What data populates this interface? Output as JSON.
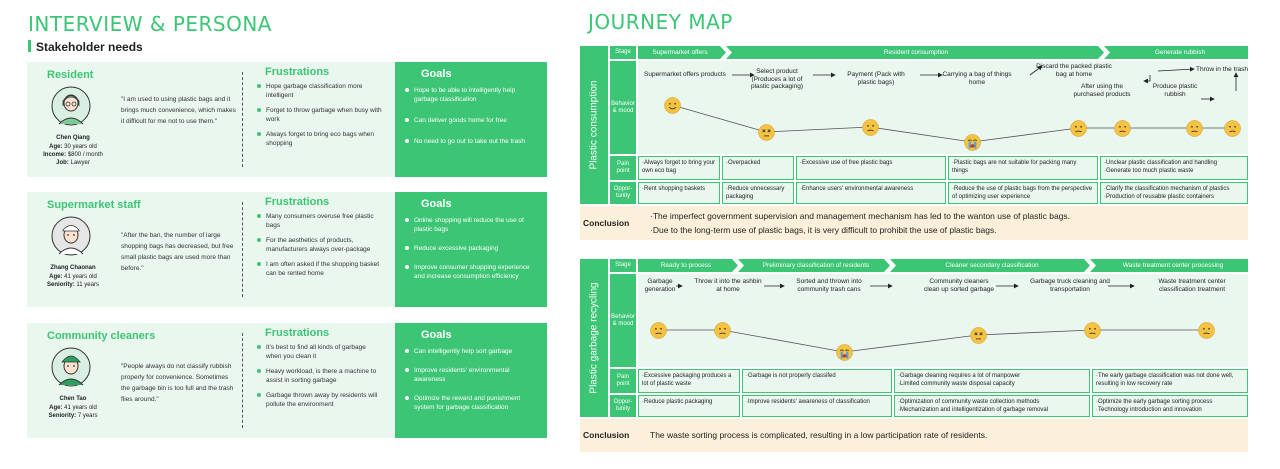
{
  "left": {
    "title": "INTERVIEW & PERSONA",
    "subtitle": "Stakeholder needs",
    "frustrations_title": "Frustrations",
    "goals_title": "Goals",
    "personas": [
      {
        "role": "Resident",
        "name": "Chen Qiang",
        "info": [
          {
            "label": "Age:",
            "value": " 30 years old"
          },
          {
            "label": "Income:",
            "value": " $800 / month"
          },
          {
            "label": "Job:",
            "value": " Lawyer"
          }
        ],
        "quote": "\"I am used to using plastic bags and it brings much convenience, which makes it difficult for me not to use them.\"",
        "frustrations": [
          "Hope garbage classification more intelligent",
          "Forget to throw garbage when busy with work",
          "Always forget to bring eco bags when shopping"
        ],
        "goals": [
          "Hope to be able to intelligently help garbage classification",
          "Can deliver goods home for free",
          "No need to go out to take out the trash"
        ]
      },
      {
        "role": "Supermarket staff",
        "name": "Zhang Chaonan",
        "info": [
          {
            "label": "Age:",
            "value": " 41 years old"
          },
          {
            "label": "Seniority:",
            "value": " 11 years"
          }
        ],
        "quote": "\"After the ban, the number of large shopping bags has decreased, but free small plastic bags are used more than before.\"",
        "frustrations": [
          "Many consumers overuse free plastic bags",
          "For the aesthetics of products, manufacturers always over-package",
          "I am often asked if the shopping basket can be rented home"
        ],
        "goals": [
          "Online shopping will reduce the use of plastic bags",
          "Reduce excessive packaging",
          "Improve consumer shopping experience and increase consumption efficiency"
        ]
      },
      {
        "role": "Community cleaners",
        "name": "Chen Tao",
        "info": [
          {
            "label": "Age:",
            "value": " 41 years old"
          },
          {
            "label": "Seniority:",
            "value": " 7 years"
          }
        ],
        "quote": "\"People always do not classify rubbish properly for convenience. Sometimes the garbage bin is too full and the trash flies around.\"",
        "frustrations": [
          "It's best to find all kinds of garbage when you clean it",
          "Heavy workload, is there a machine to assist in sorting garbage",
          "Garbage thrown away by residents will pollute the environment"
        ],
        "goals": [
          "Can intelligently help sort garbage",
          "Improve residents' environmental awareness",
          "Optimize the reward and punishment system for garbage classification"
        ]
      }
    ]
  },
  "right": {
    "title": "JOURNEY MAP",
    "labels": {
      "stage": "Stage",
      "behavior": "Behavior & mood",
      "pain": "Pain point",
      "opp": "Oppor- tunity",
      "conclusion": "Conclusion"
    },
    "maps": [
      {
        "name": "Plastic consumption",
        "stages": [
          "Supermarket offers",
          "Resident consumption",
          "Generate rubbish"
        ],
        "steps": [
          "Supermarket offers products",
          "Select product (Produces a lot of plastic packaging)",
          "Payment (Pack with plastic bags)",
          "Carrying a bag of things home",
          "Discard the packed plastic bag at home",
          "After using the purchased products",
          "Produce plastic rubbish",
          "Throw in the trash"
        ],
        "pain": [
          "·Always forget to bring your own eco bag",
          "·Overpacked",
          "·Excessive use of free plastic bags",
          "·Plastic bags are not suitable for packing many things",
          "·Unclear plastic classification and handling\n·Generate too much plastic waste"
        ],
        "opp": [
          "·Rent shopping baskets",
          "·Reduce unnecessary packaging",
          "·Enhance users' environmental awareness",
          "·Reduce the use of plastic bags from the perspective of optimizing user experience",
          "·Clarify the classification mechanism of plastics\n·Production of reusable plastic containers"
        ],
        "conclusion": [
          "·The imperfect government supervision and management mechanism has led to the wanton use of plastic bags.",
          "·Due to the long-term use of plastic bags, it is very difficult to prohibit the use of plastic bags."
        ]
      },
      {
        "name": "Plastic garbage recycling",
        "stages": [
          "Ready to process",
          "Preliminary classification of residents",
          "Cleaner secondary classification",
          "Waste treatment center processing"
        ],
        "steps": [
          "Garbage generation",
          "Throw it into the ashbin at home",
          "Sorted and thrown into community trash cans",
          "Community cleaners clean up sorted garbage",
          "Garbage truck cleaning and transportation",
          "Waste treatment center classification treatment"
        ],
        "pain": [
          "·Excessive packaging produces a lot of plastic waste",
          "·Garbage is not properly classifed",
          "·Garbage cleaning requires a lot of manpower\n·Limited community waste disposal capacity",
          "·The early garbage classification was not done well, resulting in low recovery rate"
        ],
        "opp": [
          "·Reduce plastic packaging",
          "·Improve residents' awareness of classification",
          "·Optimization of community waste collection methods\n·Mechanization and intelligentization of garbage removal",
          "·Optimize the early garbage sorting process\n·Technology introduction and innovation"
        ],
        "conclusion": [
          "The waste sorting process is complicated, resulting in a low participation rate of residents."
        ]
      }
    ]
  },
  "colors": {
    "accent": "#3cc574",
    "light": "#e9f7ef",
    "conclusion_bg": "#fcf0db",
    "face": "#f5c242"
  }
}
